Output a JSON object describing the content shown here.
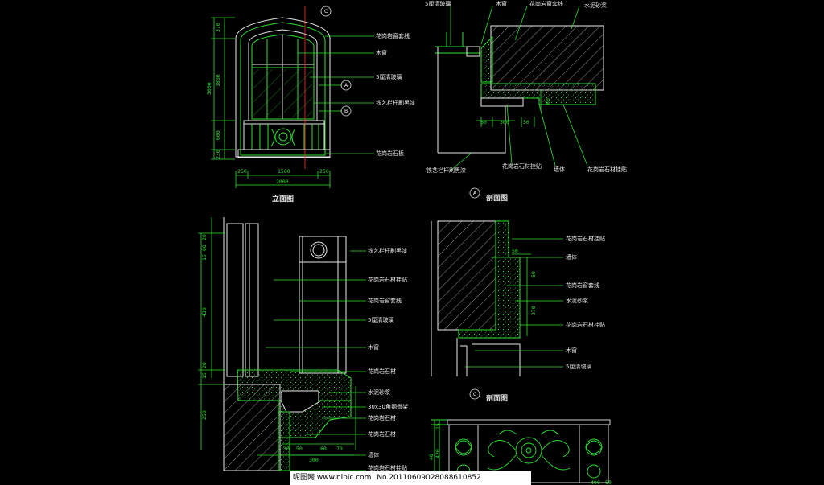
{
  "views": {
    "front_title": "立面图",
    "section_a_title": "剖面图",
    "section_c_title": "剖面图",
    "markers": {
      "a": "A",
      "b": "B",
      "c": "C"
    }
  },
  "front_labels": [
    "花岗岩窗套线",
    "木窗",
    "5厘清玻璃",
    "铁艺栏杆刷黑漆",
    "花岗岩石板"
  ],
  "front_dims_v": [
    "370",
    "1800",
    "600",
    "230",
    "3000"
  ],
  "front_dims_h": [
    "250",
    "1500",
    "250",
    "2000"
  ],
  "section_a_top_labels": [
    "5厘清玻璃",
    "木窗",
    "花岗岩窗套线",
    "水泥砂浆"
  ],
  "section_a_bottom_labels": [
    "铁艺栏杆刷黑漆",
    "花岗岩石材挂贴",
    "墙体",
    "花岗岩石材挂贴"
  ],
  "section_a_dims": [
    "60",
    "300",
    "50",
    "80"
  ],
  "section_b_labels": [
    "铁艺栏杆刷黑漆",
    "花岗岩石材挂贴",
    "花岗岩窗套线",
    "5厘清玻璃",
    "木窗",
    "花岗岩石材",
    "水泥砂浆",
    "30x30角钢骨架",
    "花岗岩石材",
    "花岗岩石材",
    "墙体",
    "花岗岩石材挂贴"
  ],
  "section_b_dims_v": [
    "20",
    "60",
    "15",
    "430",
    "20",
    "15",
    "250"
  ],
  "section_b_dims_h": [
    "30",
    "50",
    "60",
    "70",
    "300"
  ],
  "section_c_labels": [
    "花岗岩石材挂贴",
    "墙体",
    "花岗岩窗套线",
    "水泥砂浆",
    "花岗岩石材挂贴",
    "木窗",
    "5厘清玻璃"
  ],
  "section_c_dims": [
    "50",
    "50",
    "270"
  ],
  "railing_dims_v": [
    "15",
    "420",
    "40"
  ],
  "railing_dims_h": [
    "400",
    "50"
  ],
  "watermark": {
    "site": "昵图网 www.nipic.com",
    "number": "No.20110609028088610852"
  }
}
